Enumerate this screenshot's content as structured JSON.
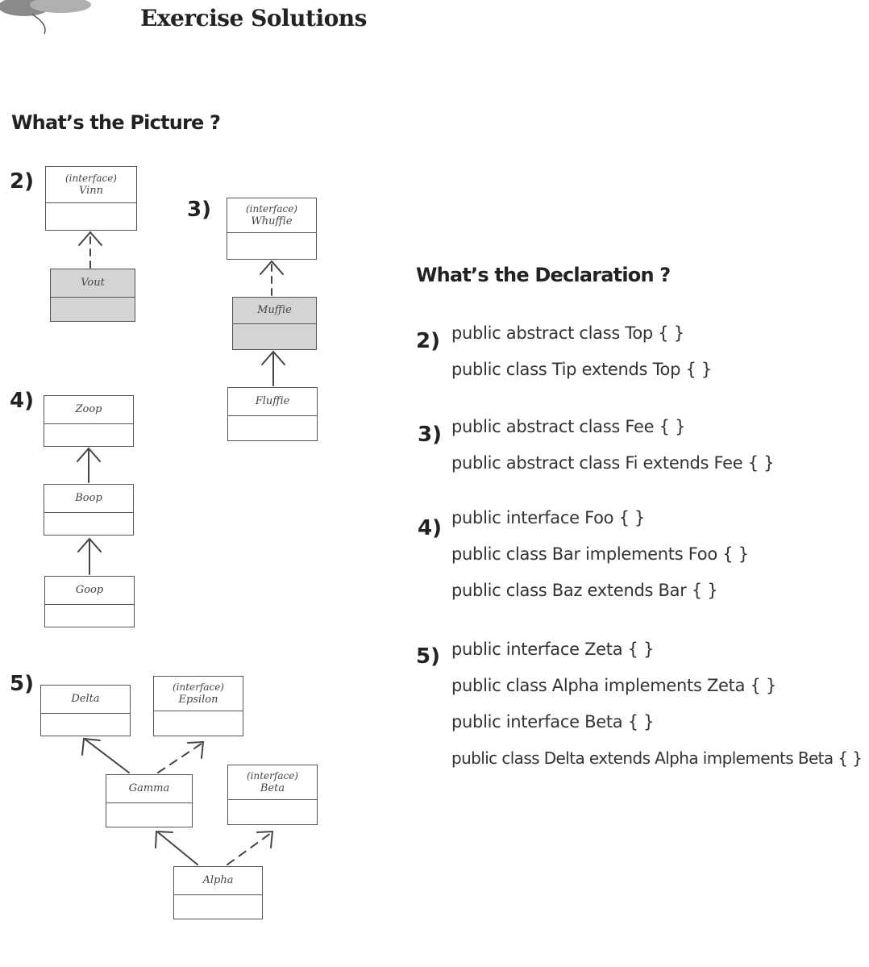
{
  "header": {
    "title": "Exercise Solutions"
  },
  "picture": {
    "heading": "What’s the Picture ?",
    "d2": {
      "num": "2)",
      "vinn": {
        "stereo": "(interface)",
        "name": "Vinn"
      },
      "vout": "Vout"
    },
    "d3": {
      "num": "3)",
      "whuffie": {
        "stereo": "(interface)",
        "name": "Whuffie"
      },
      "muffie": "Muffie",
      "fluffie": "Fluffie"
    },
    "d4": {
      "num": "4)",
      "zoop": "Zoop",
      "boop": "Boop",
      "goop": "Goop"
    },
    "d5": {
      "num": "5)",
      "delta": "Delta",
      "epsilon": {
        "stereo": "(interface)",
        "name": "Epsilon"
      },
      "gamma": "Gamma",
      "beta": {
        "stereo": "(interface)",
        "name": "Beta"
      },
      "alpha": "Alpha"
    }
  },
  "declaration": {
    "heading": "What’s the Declaration ?",
    "groups": [
      {
        "num": "2)",
        "lines": [
          "public abstract class Top { }",
          "public class Tip extends Top { }"
        ]
      },
      {
        "num": "3)",
        "lines": [
          "public abstract class Fee { }",
          "public abstract class Fi extends Fee { }"
        ]
      },
      {
        "num": "4)",
        "lines": [
          "public interface Foo { }",
          "public class Bar implements Foo { }",
          "public class Baz extends Bar { }"
        ]
      },
      {
        "num": "5)",
        "lines": [
          "public interface Zeta { }",
          "public class Alpha implements Zeta { }",
          "public interface Beta { }",
          "public class Delta extends Alpha implements Beta { }"
        ]
      }
    ]
  }
}
